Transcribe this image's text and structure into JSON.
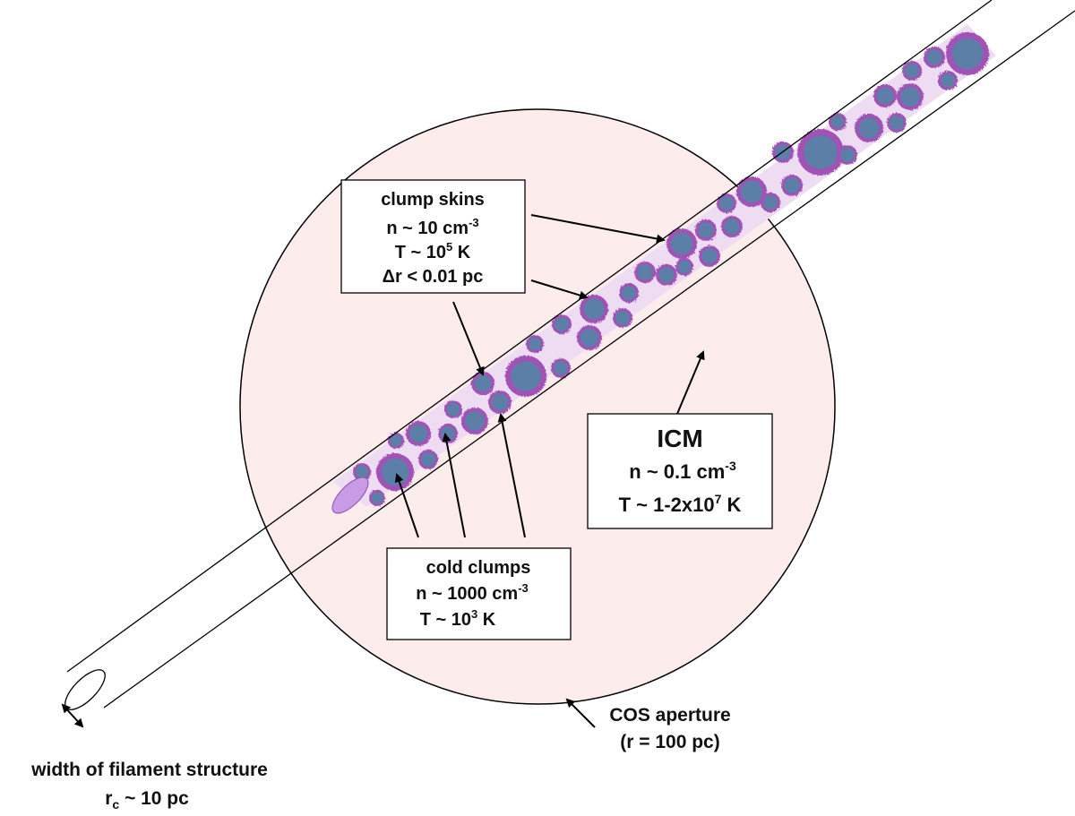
{
  "labels": {
    "skins": {
      "title": "clump skins",
      "density": "n ~ 10 cm",
      "density_exp": "-3",
      "temp": "T ~ 10",
      "temp_exp": "5",
      "temp_unit": " K",
      "thickness": "Δr < 0.01 pc"
    },
    "clumps": {
      "title": "cold clumps",
      "density": "n ~ 1000 cm",
      "density_exp": "-3",
      "temp": "T ~ 10",
      "temp_exp": "3",
      "temp_unit": " K"
    },
    "icm": {
      "title": "ICM",
      "density": "n ~ 0.1 cm",
      "density_exp": "-3",
      "temp": "T ~ 1-2x10",
      "temp_exp": "7",
      "temp_unit": " K"
    },
    "aperture": {
      "line1": "COS aperture",
      "line2": "(r = 100 pc)"
    },
    "filament": {
      "line1": "width of filament structure",
      "line2_base": "r",
      "line2_sub": "c",
      "line2_rest": " ~ 10 pc"
    }
  },
  "colors": {
    "aperture_fill": "#fcecec",
    "filament_fill": "#eedcf3",
    "clump_core": "#5b7fa6",
    "clump_skin": "#a153b5",
    "end_cap": "#c99ae6"
  }
}
